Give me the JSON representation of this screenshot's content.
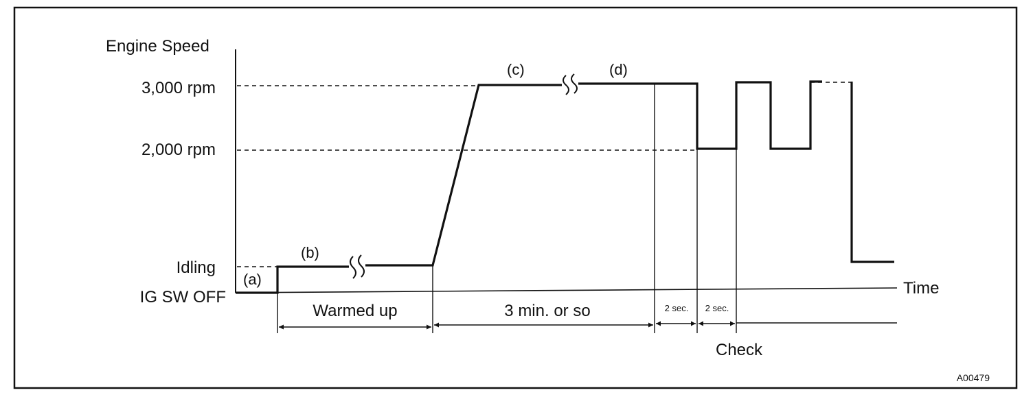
{
  "y_axis": {
    "title": "Engine Speed",
    "levels": [
      {
        "label": "3,000 rpm"
      },
      {
        "label": "2,000 rpm"
      },
      {
        "label": "Idling"
      },
      {
        "label": "IG SW OFF"
      }
    ]
  },
  "x_axis": {
    "title": "Time"
  },
  "stages": [
    {
      "label": "(a)"
    },
    {
      "label": "(b)"
    },
    {
      "label": "(c)"
    },
    {
      "label": "(d)"
    }
  ],
  "durations": {
    "warmed_up": "Warmed up",
    "three_min": "3 min. or so",
    "two_sec_1": "2 sec.",
    "two_sec_2": "2 sec.",
    "check": "Check"
  },
  "figure_code": "A00479"
}
